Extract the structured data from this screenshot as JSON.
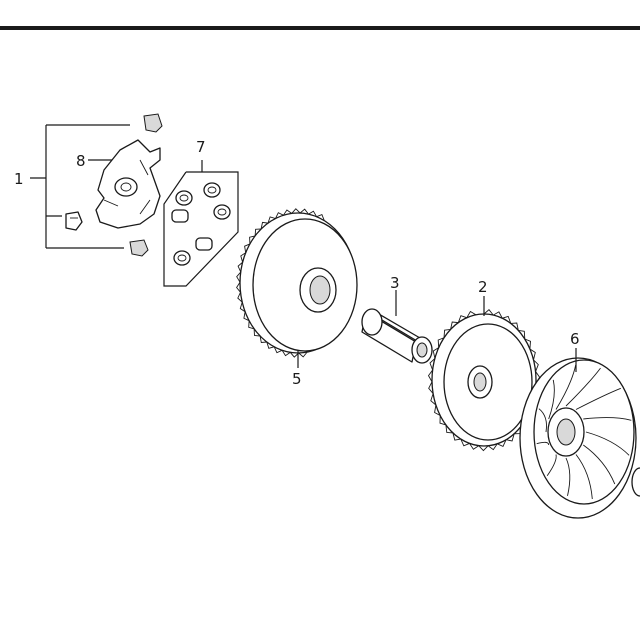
{
  "diagram": {
    "callouts": [
      {
        "id": "1",
        "text": "1"
      },
      {
        "id": "2",
        "text": "2"
      },
      {
        "id": "3",
        "text": "3"
      },
      {
        "id": "5",
        "text": "5"
      },
      {
        "id": "6",
        "text": "6"
      },
      {
        "id": "7",
        "text": "7"
      },
      {
        "id": "8",
        "text": "8"
      }
    ],
    "colors": {
      "line": "#1a1a1a",
      "background": "#ffffff",
      "shade": "#d9d9d9"
    }
  }
}
